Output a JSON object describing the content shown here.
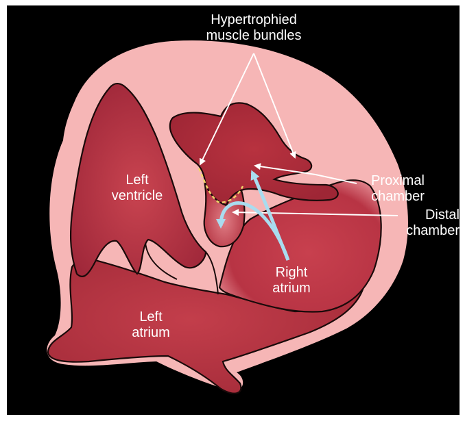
{
  "labels": {
    "hypertrophied": [
      "Hypertrophied",
      "muscle bundles"
    ],
    "left_ventricle": [
      "Left",
      "ventricle"
    ],
    "proximal_chamber": [
      "Proximal",
      "chamber"
    ],
    "distal_chamber": [
      "Distal",
      "chamber"
    ],
    "right_atrium": [
      "Right",
      "atrium"
    ],
    "left_atrium": [
      "Left",
      "atrium"
    ]
  },
  "colors": {
    "background": "#000000",
    "frame": "#ffffff",
    "pericardium": "#f5b3b3",
    "chamber_dark": "#a82a36",
    "chamber_mid": "#c3404c",
    "chamber_light": "#e88a90",
    "outline": "#1a0a0a",
    "arrow_white": "#ffffff",
    "arrow_blue": "#a9dcef",
    "dashed_membrane": "#f3d36b"
  }
}
